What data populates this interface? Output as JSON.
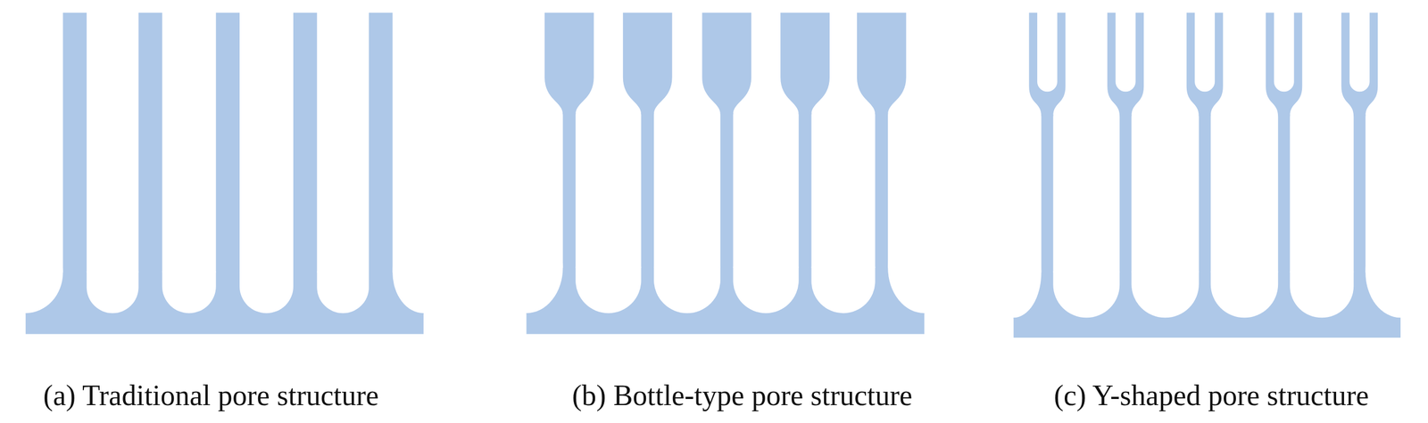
{
  "diagram": {
    "labels": [
      "(a) Traditional pore structure",
      "(b) Bottle-type pore structure",
      "(c) Y-shaped pore structure"
    ]
  }
}
